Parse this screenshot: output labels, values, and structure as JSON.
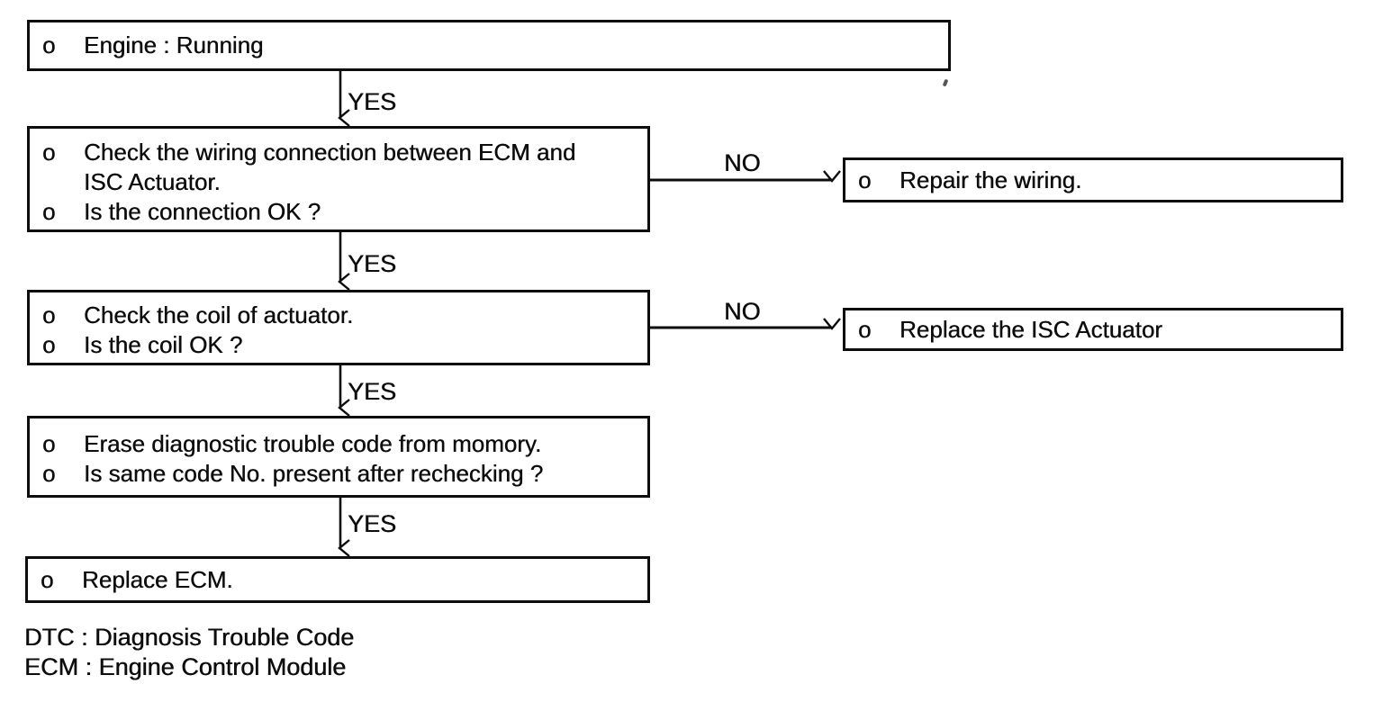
{
  "colors": {
    "ink": "#0d0d0d",
    "background": "#ffffff"
  },
  "flowchart": {
    "nodes": [
      {
        "key": "engine-running",
        "items": [
          {
            "bullet": "o",
            "text": "Engine : Running"
          }
        ]
      },
      {
        "key": "check-wiring",
        "items": [
          {
            "bullet": "o",
            "text": "Check the wiring connection between ECM and ISC Actuator."
          },
          {
            "bullet": "o",
            "text": "Is the connection OK ?"
          }
        ]
      },
      {
        "key": "repair-wiring",
        "items": [
          {
            "bullet": "o",
            "text": "Repair the wiring."
          }
        ]
      },
      {
        "key": "check-coil",
        "items": [
          {
            "bullet": "o",
            "text": "Check the coil of actuator."
          },
          {
            "bullet": "o",
            "text": "Is the coil OK ?"
          }
        ]
      },
      {
        "key": "replace-isc",
        "items": [
          {
            "bullet": "o",
            "text": "Replace the ISC Actuator"
          }
        ]
      },
      {
        "key": "erase-dtc",
        "items": [
          {
            "bullet": "o",
            "text": "Erase diagnostic trouble code from momory."
          },
          {
            "bullet": "o",
            "text": "Is same code No. present after rechecking ?"
          }
        ]
      },
      {
        "key": "replace-ecm",
        "items": [
          {
            "bullet": "o",
            "text": "Replace ECM."
          }
        ]
      }
    ],
    "edges": [
      {
        "id": "yes-1",
        "label": "YES"
      },
      {
        "id": "no-1",
        "label": "NO"
      },
      {
        "id": "yes-2",
        "label": "YES"
      },
      {
        "id": "no-2",
        "label": "NO"
      },
      {
        "id": "yes-3",
        "label": "YES"
      },
      {
        "id": "yes-4",
        "label": "YES"
      }
    ]
  },
  "legend": {
    "lines": [
      {
        "text": "DTC : Diagnosis Trouble Code"
      },
      {
        "text": "ECM : Engine Control Module"
      }
    ]
  }
}
